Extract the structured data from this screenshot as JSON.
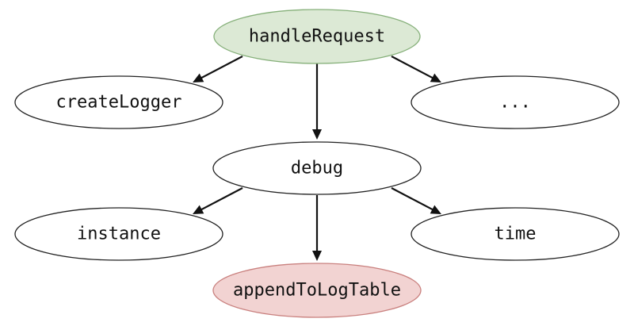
{
  "diagram": {
    "type": "call-graph",
    "nodes": [
      {
        "id": "handleRequest",
        "label": "handleRequest",
        "fill": "#dce9d5",
        "stroke": "#86b07a"
      },
      {
        "id": "createLogger",
        "label": "createLogger",
        "fill": "#ffffff",
        "stroke": "#222222"
      },
      {
        "id": "more",
        "label": "...",
        "fill": "#ffffff",
        "stroke": "#222222"
      },
      {
        "id": "debug",
        "label": "debug",
        "fill": "#ffffff",
        "stroke": "#222222"
      },
      {
        "id": "instance",
        "label": "instance",
        "fill": "#ffffff",
        "stroke": "#222222"
      },
      {
        "id": "time",
        "label": "time",
        "fill": "#ffffff",
        "stroke": "#222222"
      },
      {
        "id": "appendToLogTable",
        "label": "appendToLogTable",
        "fill": "#f2d3d2",
        "stroke": "#c9807e"
      }
    ],
    "edges": [
      {
        "from": "handleRequest",
        "to": "createLogger"
      },
      {
        "from": "handleRequest",
        "to": "debug"
      },
      {
        "from": "handleRequest",
        "to": "more"
      },
      {
        "from": "debug",
        "to": "instance"
      },
      {
        "from": "debug",
        "to": "appendToLogTable"
      },
      {
        "from": "debug",
        "to": "time"
      }
    ]
  }
}
